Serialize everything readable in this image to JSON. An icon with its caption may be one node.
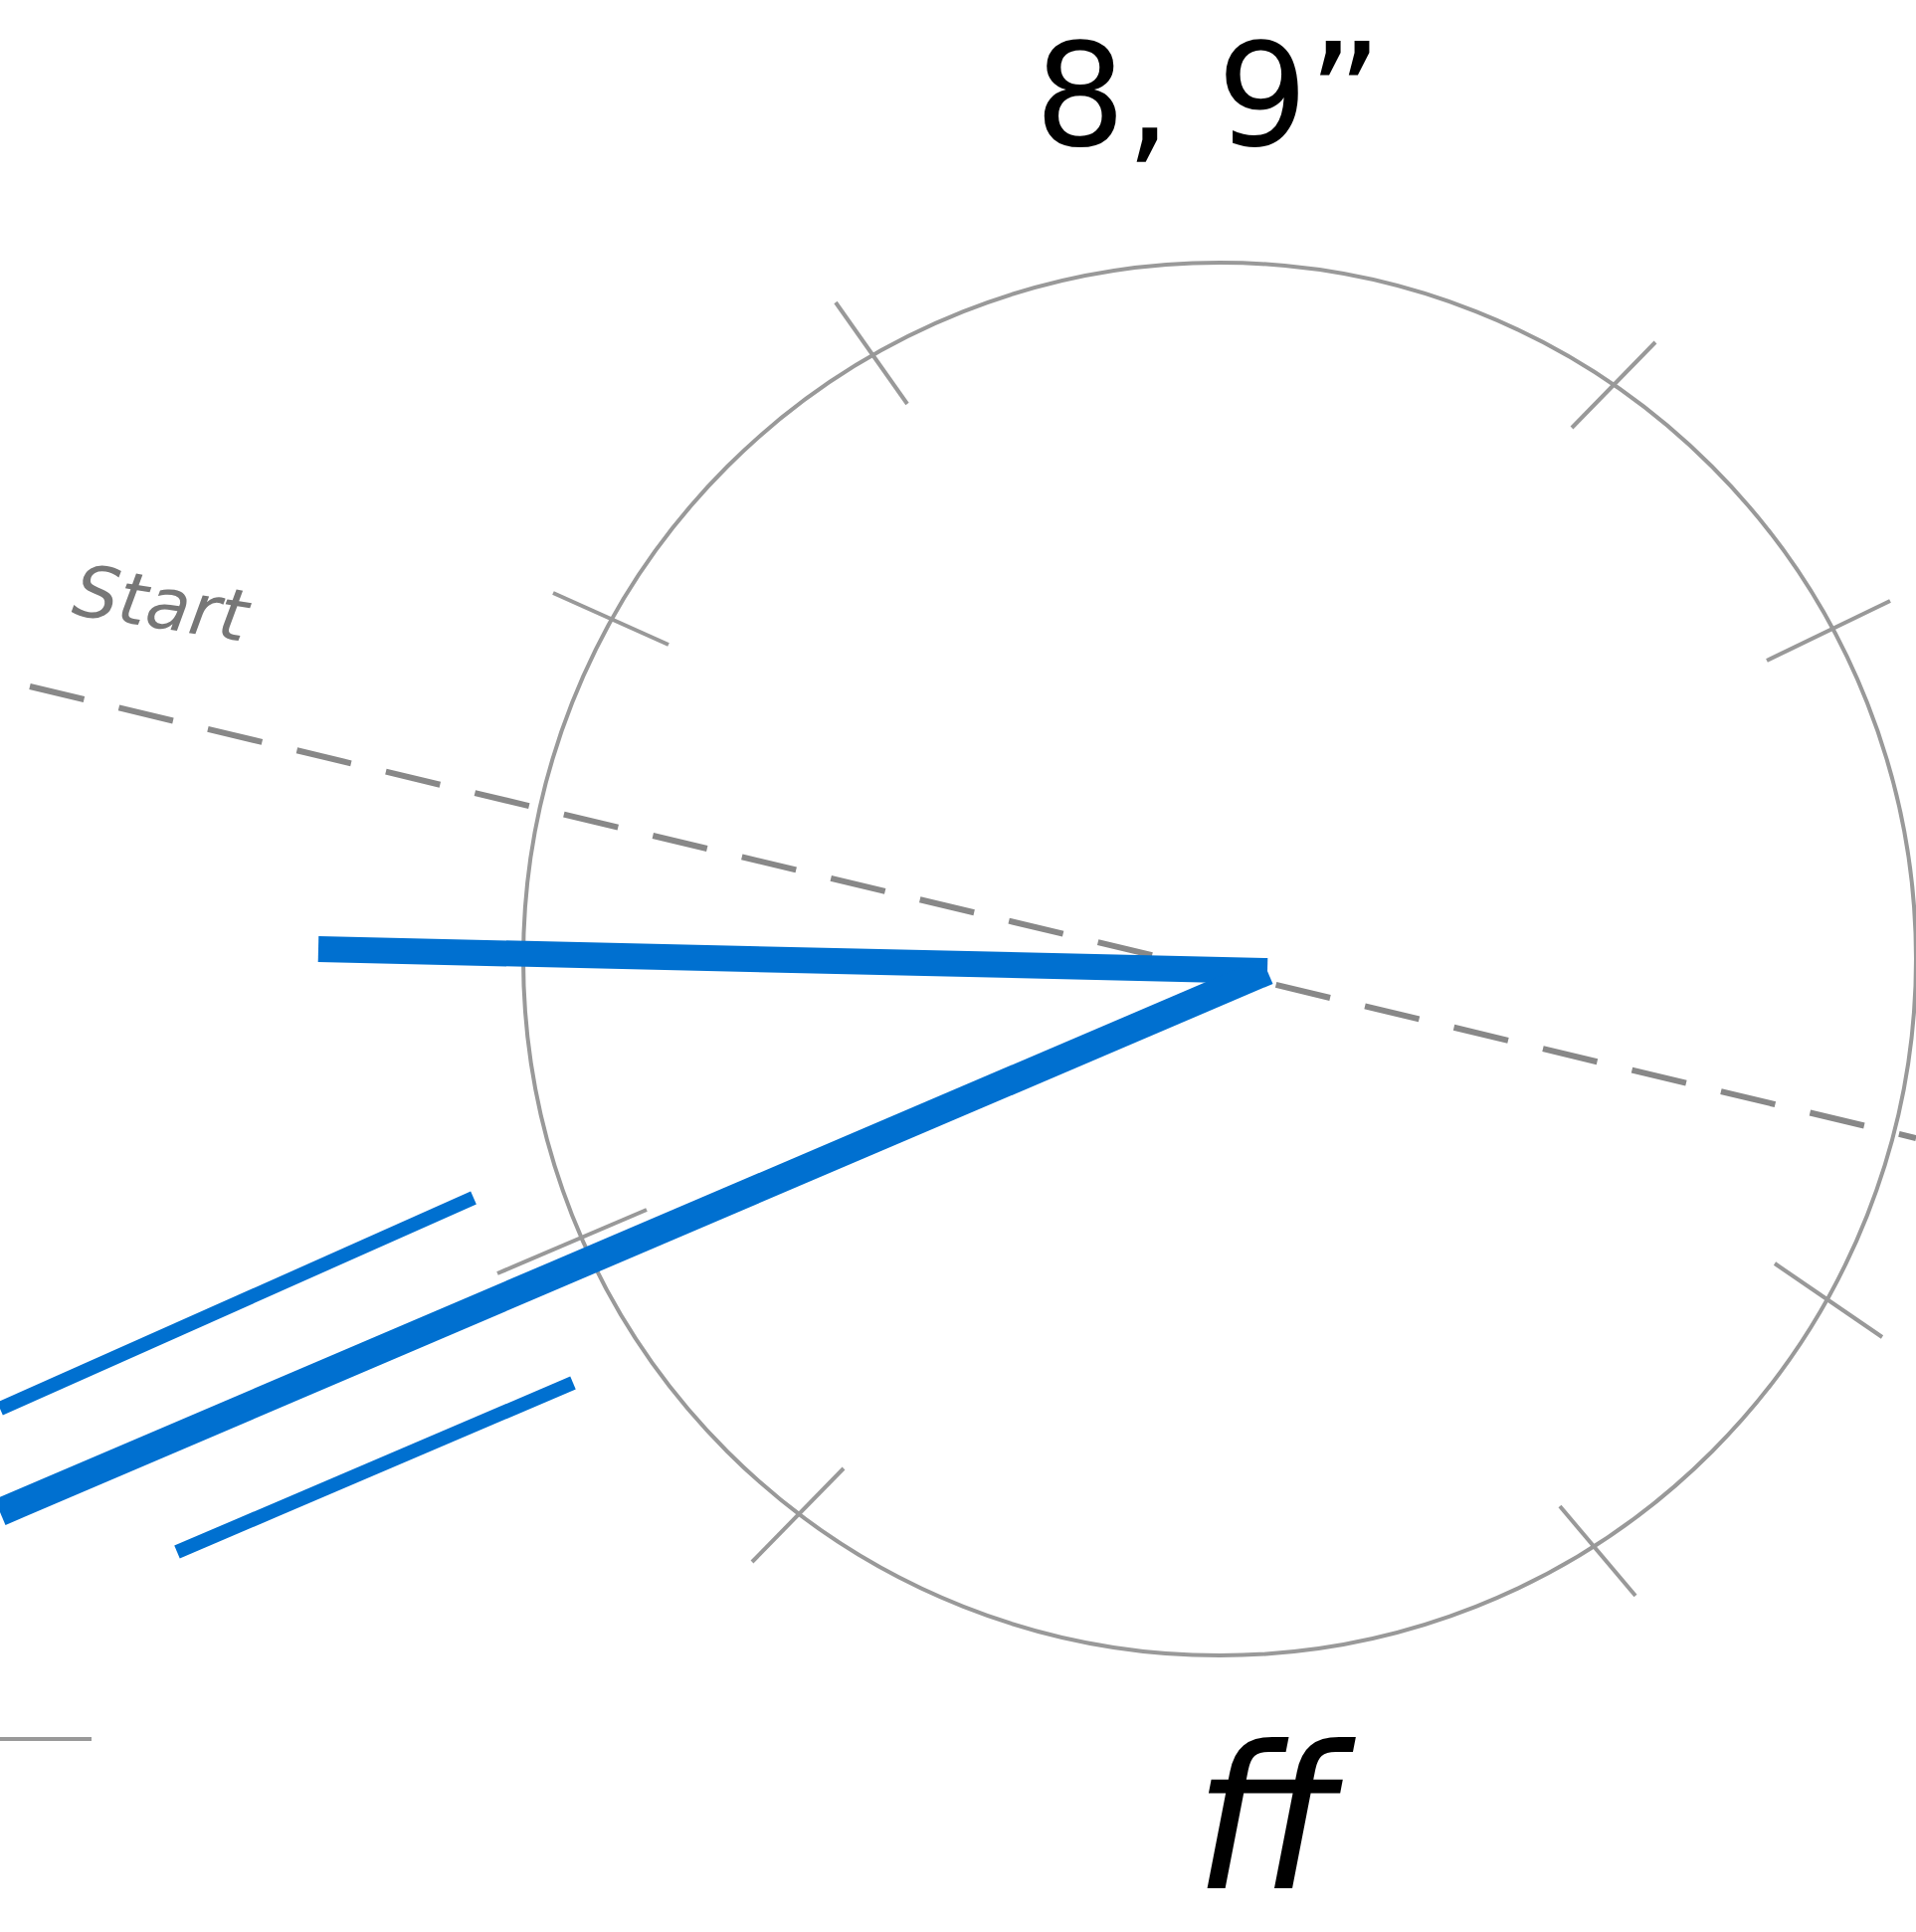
{
  "diagram": {
    "labels": [
      "8, 9”",
      "Start",
      "ff"
    ]
  }
}
